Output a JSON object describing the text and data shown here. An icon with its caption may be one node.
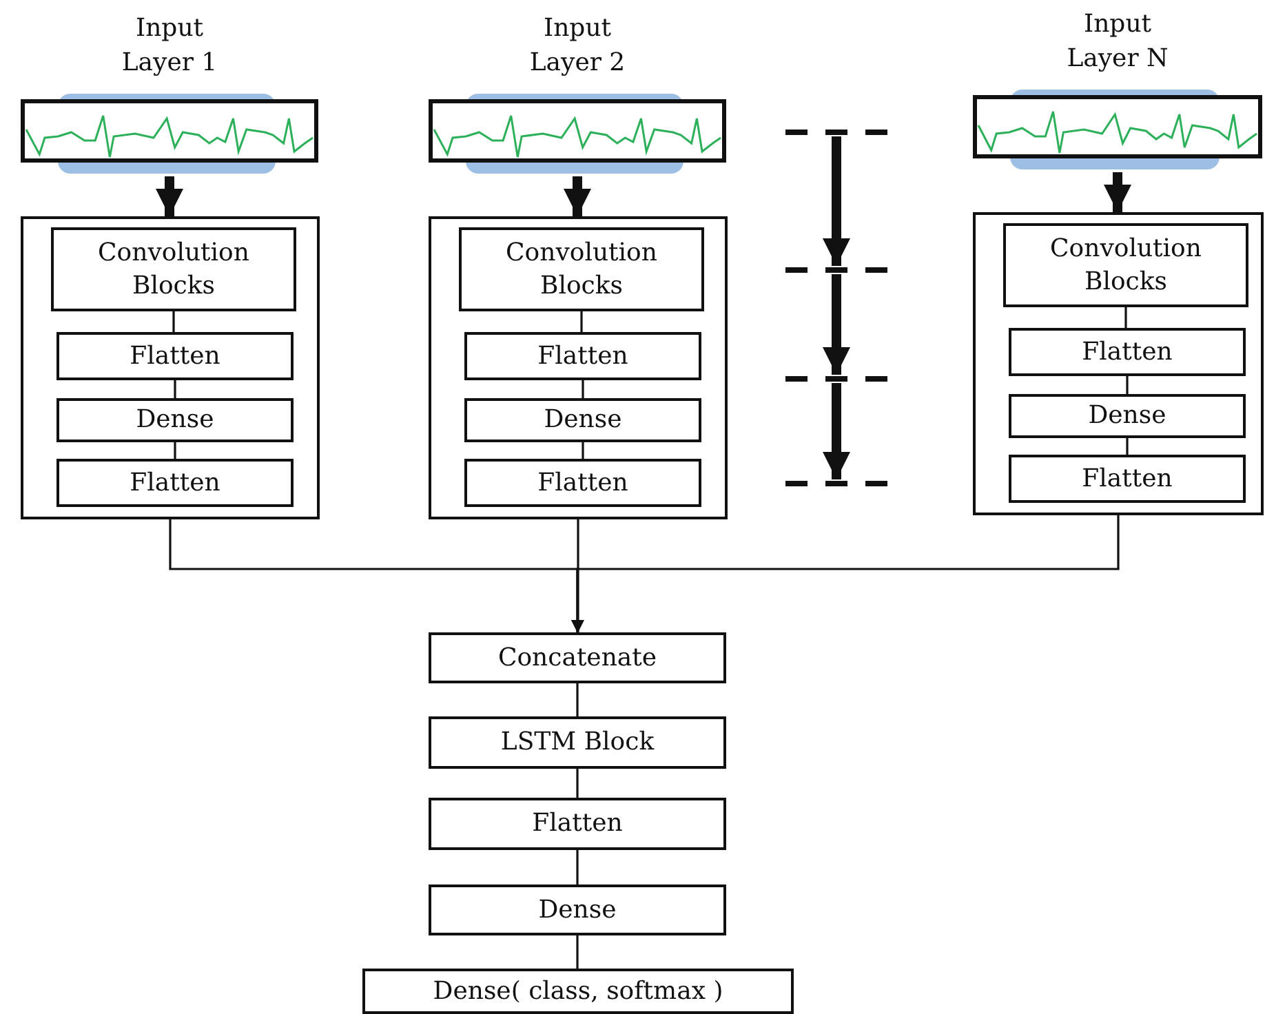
{
  "diagram": {
    "nodes": [
      {
        "text": [
          "Input Layer 1"
        ]
      },
      {
        "text": [],
        "shape": "box"
      },
      {
        "text": [
          "Convolution Blocks"
        ],
        "in": 1
      },
      {
        "text": [
          "Flatten"
        ],
        "in": 1
      },
      {
        "text": [
          "Dense"
        ],
        "in": 1
      },
      {
        "text": [
          "Flatten"
        ],
        "in": 1
      },
      {
        "text": [
          "Input Layer 2"
        ]
      },
      {
        "text": [],
        "shape": "box"
      },
      {
        "text": [
          "Convolution Blocks"
        ],
        "in": 7
      },
      {
        "text": [
          "Flatten"
        ],
        "in": 7
      },
      {
        "text": [
          "Dense"
        ],
        "in": 7
      },
      {
        "text": [
          "Flatten"
        ],
        "in": 7
      },
      {
        "text": [],
        "shape": "bar"
      },
      {
        "text": [],
        "shape": "bar"
      },
      {
        "text": [],
        "shape": "bar"
      },
      {
        "text": [],
        "shape": "bar"
      },
      {
        "text": [
          "Input Layer N"
        ]
      },
      {
        "text": [],
        "shape": "box"
      },
      {
        "text": [
          "Convolution Blocks"
        ],
        "in": 17
      },
      {
        "text": [
          "Flatten"
        ],
        "in": 17
      },
      {
        "text": [
          "Dense"
        ],
        "in": 17
      },
      {
        "text": [
          "Flatten"
        ],
        "in": 17
      },
      {
        "text": [
          "Concatenate"
        ]
      },
      {
        "text": [
          "LSTM Block"
        ]
      },
      {
        "text": [
          "Flatten"
        ]
      },
      {
        "text": [
          "Dense"
        ]
      },
      {
        "text": [
          "Dense( class, softmax )"
        ]
      }
    ],
    "edges": [
      {
        "from": 0,
        "to": 1,
        "arrow": "to",
        "style": "thick"
      },
      {
        "from": 2,
        "to": 3,
        "arrow": "none"
      },
      {
        "from": 3,
        "to": 4,
        "arrow": "none"
      },
      {
        "from": 4,
        "to": 5,
        "arrow": "none"
      },
      {
        "from": 6,
        "to": 7,
        "arrow": "to",
        "style": "thick"
      },
      {
        "from": 8,
        "to": 9,
        "arrow": "none"
      },
      {
        "from": 9,
        "to": 10,
        "arrow": "none"
      },
      {
        "from": 10,
        "to": 11,
        "arrow": "none"
      },
      {
        "from": 12,
        "to": 13,
        "arrow": "to",
        "style": "thick"
      },
      {
        "from": 13,
        "to": 14,
        "arrow": "to",
        "style": "thick"
      },
      {
        "from": 14,
        "to": 15,
        "arrow": "to",
        "style": "thick"
      },
      {
        "from": 16,
        "to": 17,
        "arrow": "to",
        "style": "thick"
      },
      {
        "from": 18,
        "to": 19,
        "arrow": "none"
      },
      {
        "from": 19,
        "to": 20,
        "arrow": "none"
      },
      {
        "from": 20,
        "to": 21,
        "arrow": "none"
      },
      {
        "from": 1,
        "to": 22,
        "arrow": "to"
      },
      {
        "from": 7,
        "to": 22,
        "arrow": "to"
      },
      {
        "from": 17,
        "to": 22,
        "arrow": "to"
      },
      {
        "from": 22,
        "to": 23,
        "arrow": "none"
      },
      {
        "from": 23,
        "to": 24,
        "arrow": "none"
      },
      {
        "from": 24,
        "to": 25,
        "arrow": "none"
      },
      {
        "from": 25,
        "to": 26,
        "arrow": "none"
      }
    ]
  }
}
